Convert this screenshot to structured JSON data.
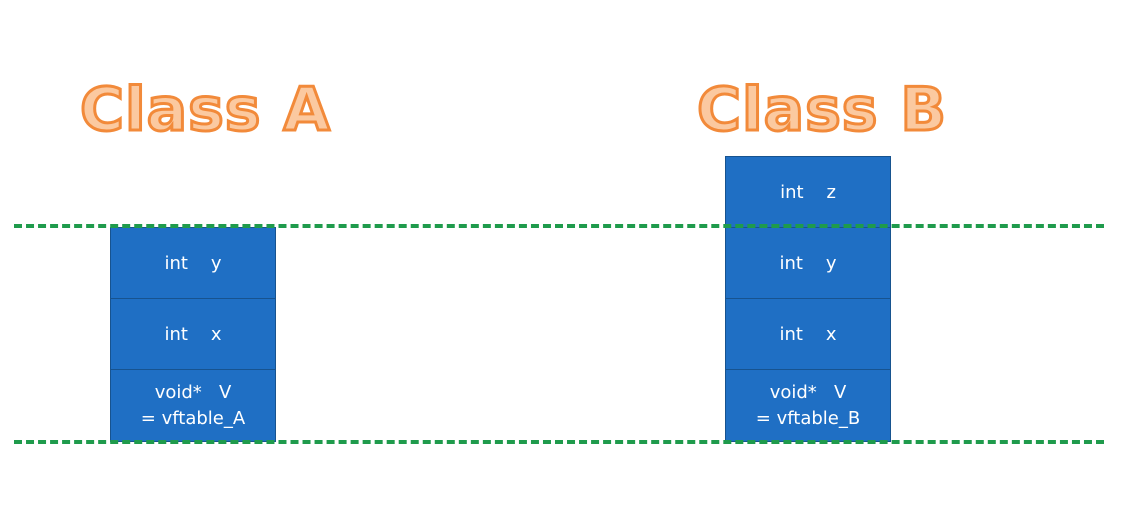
{
  "classA": {
    "title": "Class A",
    "fields": [
      {
        "type": "int",
        "name": "y"
      },
      {
        "type": "int",
        "name": "x"
      },
      {
        "type": "void*",
        "name": "V",
        "value": "= vftable_A"
      }
    ]
  },
  "classB": {
    "title": "Class B",
    "fields": [
      {
        "type": "int",
        "name": "z"
      },
      {
        "type": "int",
        "name": "y"
      },
      {
        "type": "int",
        "name": "x"
      },
      {
        "type": "void*",
        "name": "V",
        "value": "= vftable_B"
      }
    ]
  },
  "colors": {
    "title_fill": "#fbc9a0",
    "title_stroke": "#f28a3a",
    "box_fill": "#1f6fc4",
    "box_border": "#17538f",
    "dashed_line": "#1f9b4c"
  }
}
